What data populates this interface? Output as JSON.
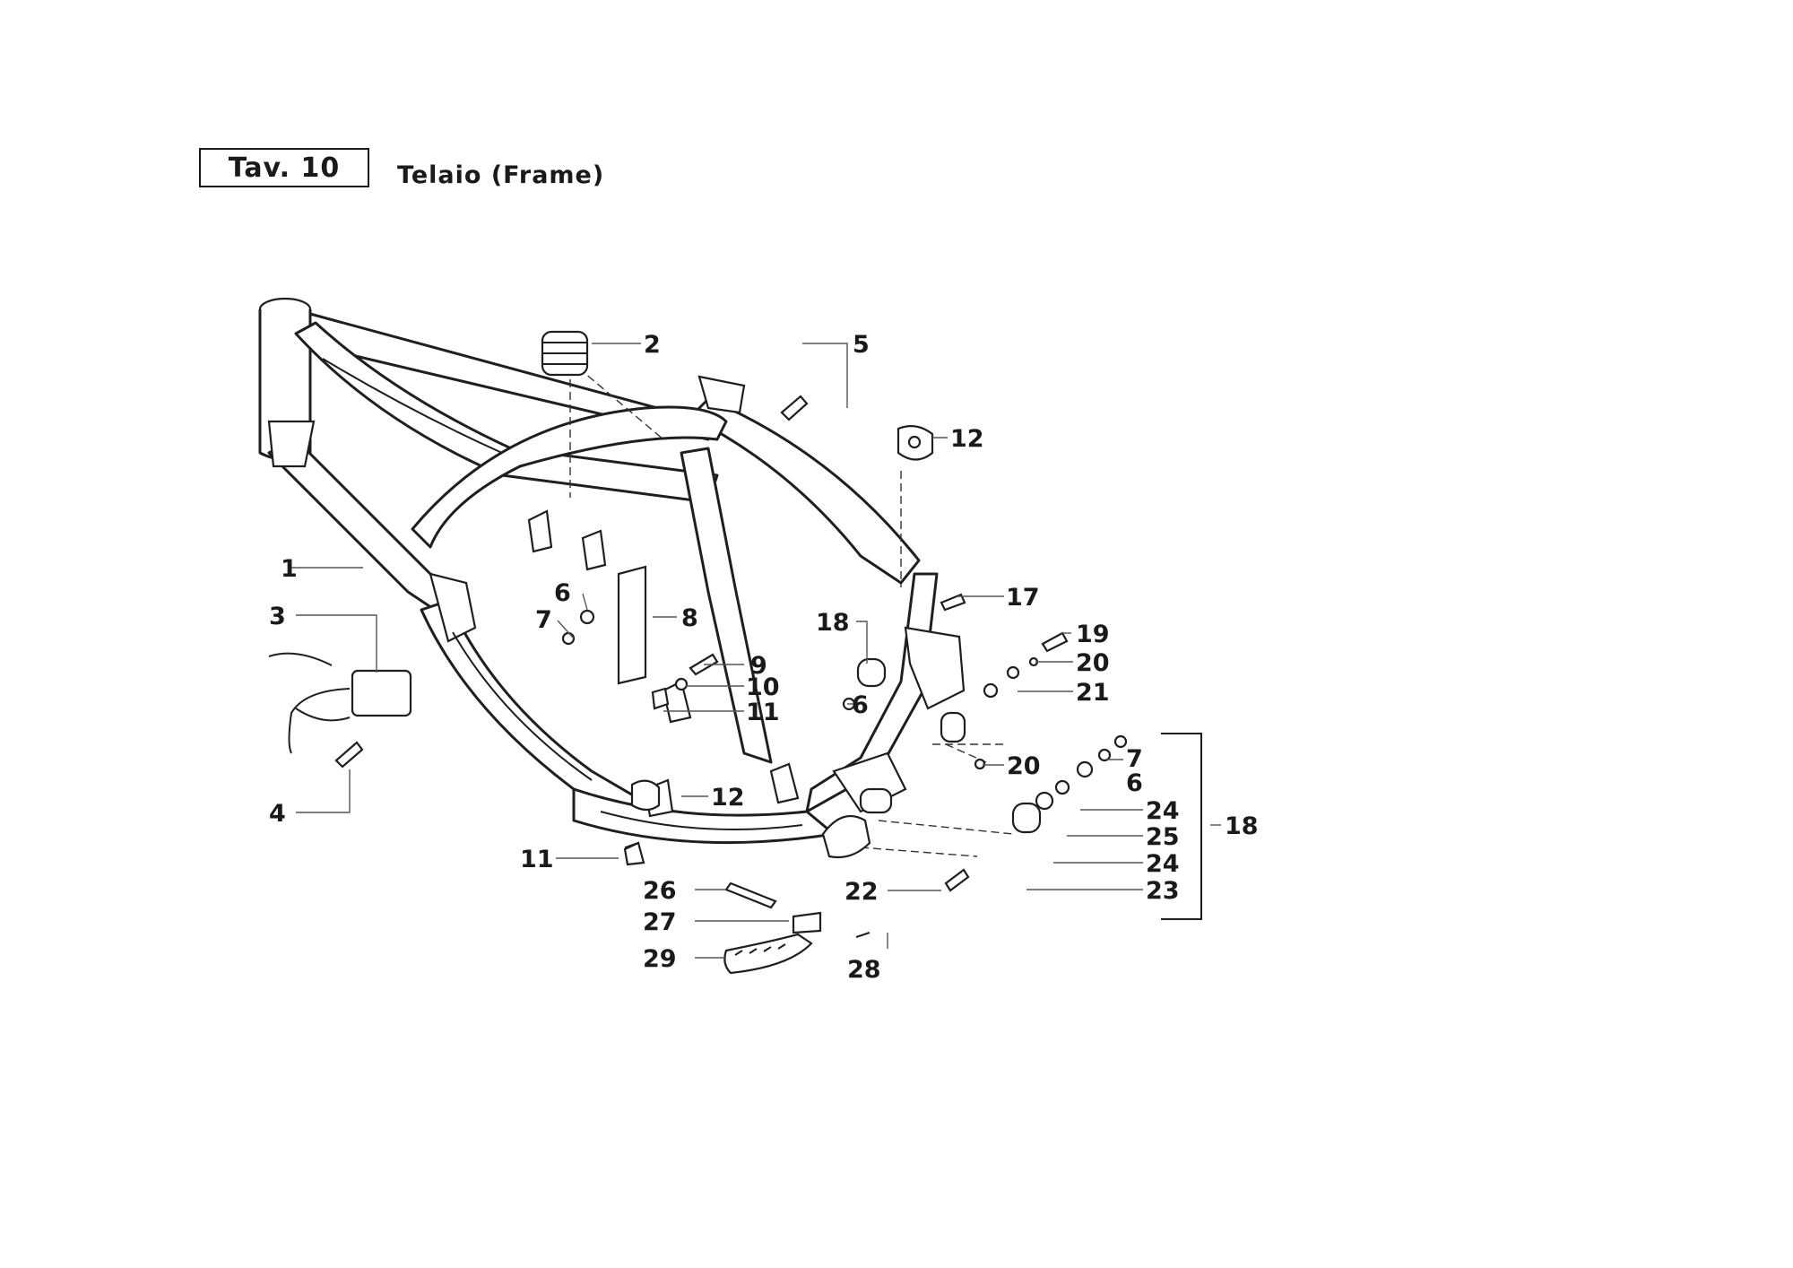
{
  "header": {
    "plate": "Tav. 10",
    "title": "Telaio (Frame)"
  },
  "callouts": [
    {
      "id": "1",
      "text": "1"
    },
    {
      "id": "2",
      "text": "2"
    },
    {
      "id": "3",
      "text": "3"
    },
    {
      "id": "4",
      "text": "4"
    },
    {
      "id": "5",
      "text": "5"
    },
    {
      "id": "6a",
      "text": "6"
    },
    {
      "id": "6b",
      "text": "6"
    },
    {
      "id": "6c",
      "text": "6"
    },
    {
      "id": "7a",
      "text": "7"
    },
    {
      "id": "7b",
      "text": "7"
    },
    {
      "id": "8",
      "text": "8"
    },
    {
      "id": "9",
      "text": "9"
    },
    {
      "id": "10",
      "text": "10"
    },
    {
      "id": "11a",
      "text": "11"
    },
    {
      "id": "11b",
      "text": "11"
    },
    {
      "id": "12a",
      "text": "12"
    },
    {
      "id": "12b",
      "text": "12"
    },
    {
      "id": "17",
      "text": "17"
    },
    {
      "id": "18a",
      "text": "18"
    },
    {
      "id": "18b",
      "text": "18"
    },
    {
      "id": "19",
      "text": "19"
    },
    {
      "id": "20a",
      "text": "20"
    },
    {
      "id": "20b",
      "text": "20"
    },
    {
      "id": "21",
      "text": "21"
    },
    {
      "id": "22",
      "text": "22"
    },
    {
      "id": "23",
      "text": "23"
    },
    {
      "id": "24a",
      "text": "24"
    },
    {
      "id": "24b",
      "text": "24"
    },
    {
      "id": "25",
      "text": "25"
    },
    {
      "id": "26",
      "text": "26"
    },
    {
      "id": "27",
      "text": "27"
    },
    {
      "id": "28",
      "text": "28"
    },
    {
      "id": "29",
      "text": "29"
    }
  ]
}
